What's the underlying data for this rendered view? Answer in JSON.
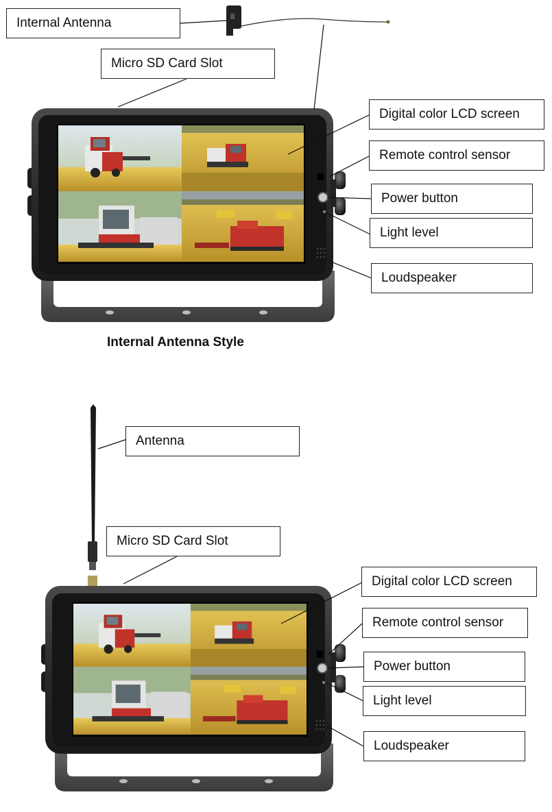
{
  "top": {
    "labels": {
      "internal_antenna": "Internal Antenna",
      "micro_sd": "Micro SD Card Slot",
      "lcd": "Digital color LCD screen",
      "remote_sensor": "Remote control sensor",
      "power": "Power button",
      "light": "Light level",
      "speaker": "Loudspeaker"
    },
    "caption": "Internal Antenna Style"
  },
  "bottom": {
    "labels": {
      "antenna": "Antenna",
      "micro_sd": "Micro SD Card Slot",
      "lcd": "Digital color LCD screen",
      "remote_sensor": "Remote control sensor",
      "power": "Power button",
      "light": "Light level",
      "speaker": "Loudspeaker"
    }
  },
  "colors": {
    "bezel": "#2b2b2b",
    "screen_frame": "#111111",
    "field_yellow": "#d9b23a",
    "sky": "#c9d6de",
    "harvester_red": "#c0322a"
  }
}
